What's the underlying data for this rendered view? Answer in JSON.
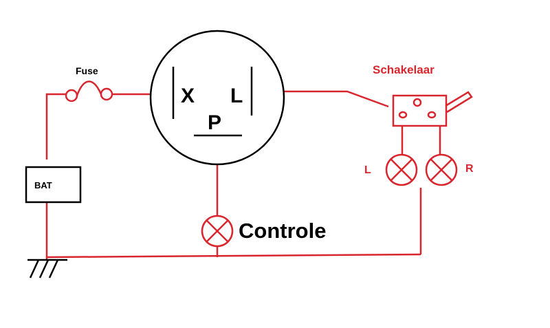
{
  "colors": {
    "wire": "#d9262e",
    "ink": "#000000",
    "background": "#ffffff"
  },
  "labels": {
    "fuse": "Fuse",
    "battery": "BAT",
    "relay_x": "X",
    "relay_l": "L",
    "relay_p": "P",
    "switch": "Schakelaar",
    "lamp_left": "L",
    "lamp_right": "R",
    "control_lamp": "Controle"
  },
  "icons": {
    "fuse": "fuse-icon",
    "battery": "battery-icon",
    "relay": "flasher-relay-icon",
    "switch": "switch-icon",
    "lamp": "lamp-icon",
    "ground": "ground-icon"
  }
}
